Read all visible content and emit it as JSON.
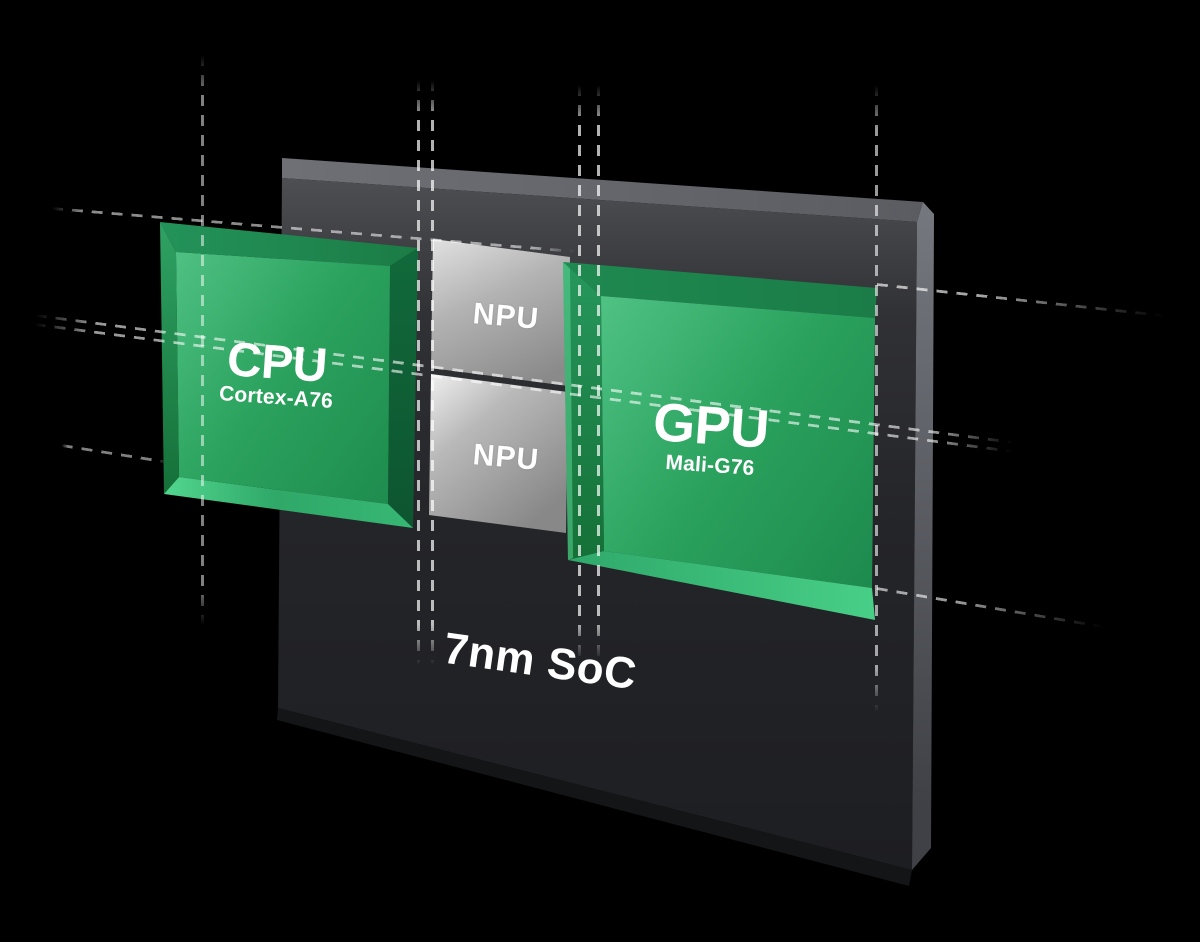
{
  "chip": {
    "process_label": "7nm SoC"
  },
  "blocks": {
    "cpu": {
      "title": "CPU",
      "subtitle": "Cortex-A76"
    },
    "gpu": {
      "title": "GPU",
      "subtitle": "Mali-G76"
    },
    "npu_top": {
      "title": "NPU"
    },
    "npu_bottom": {
      "title": "NPU"
    }
  },
  "colors": {
    "background": "#000000",
    "block_green": "#2aa15d",
    "block_green_dark": "#147036",
    "block_green_highlight": "#4fc284",
    "chip_gray_front": "#2c2d31",
    "chip_gray_top": "#64666c",
    "npu_silver": "#c9c9c9",
    "guide_line": "#ffffff",
    "label_text": "#ffffff"
  }
}
